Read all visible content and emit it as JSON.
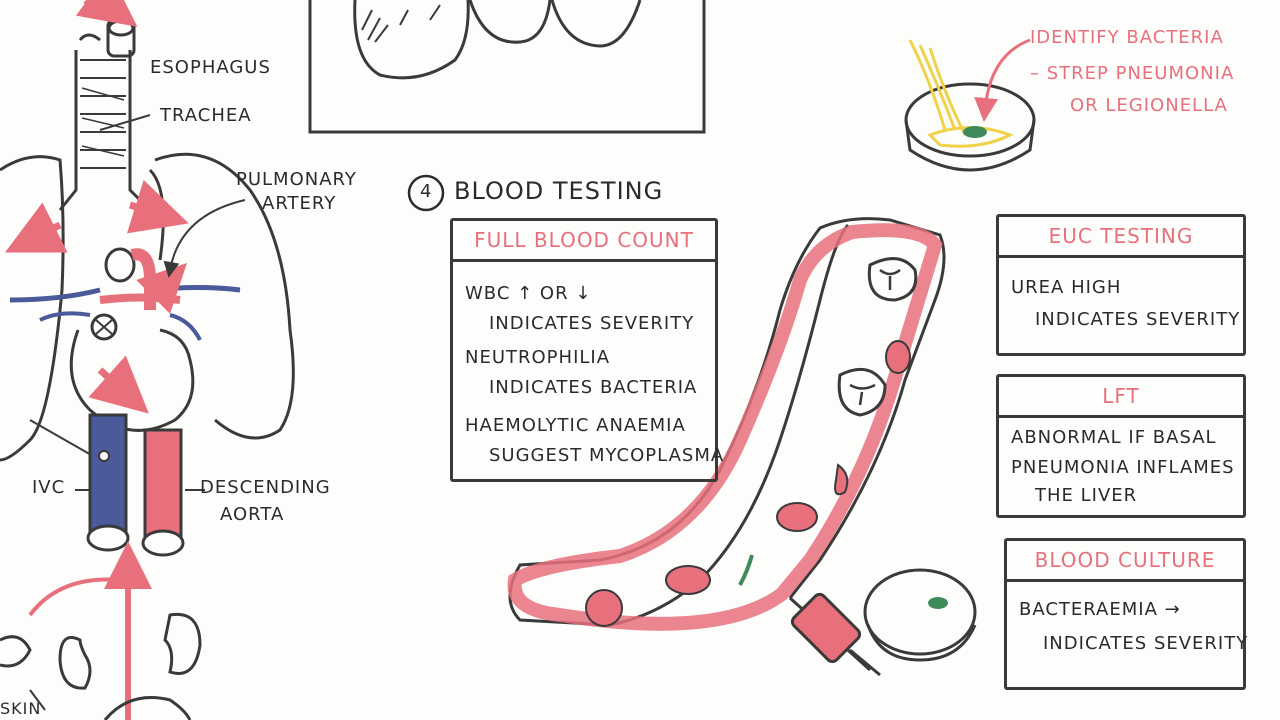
{
  "anatomy_labels": {
    "esophagus": "ESOPHAGUS",
    "trachea": "TRACHEA",
    "pulmonary_artery_line1": "PULMONARY",
    "pulmonary_artery_line2": "ARTERY",
    "ivc": "IVC",
    "descending_aorta_line1": "DESCENDING",
    "descending_aorta_line2": "AORTA",
    "skin": "SKIN"
  },
  "section_heading": {
    "number": "4",
    "title": "BLOOD TESTING"
  },
  "full_blood_count": {
    "title": "FULL BLOOD COUNT",
    "lines": [
      "WBC ↑ OR ↓",
      "INDICATES SEVERITY",
      "NEUTROPHILIA",
      "INDICATES BACTERIA",
      "HAEMOLYTIC ANAEMIA",
      "SUGGEST MYCOPLASMA"
    ]
  },
  "euc_testing": {
    "title": "EUC TESTING",
    "lines": [
      "UREA HIGH",
      "INDICATES SEVERITY"
    ]
  },
  "lft": {
    "title": "LFT",
    "lines": [
      "ABNORMAL IF BASAL",
      "PNEUMONIA INFLAMES",
      "THE LIVER"
    ]
  },
  "blood_culture": {
    "title": "BLOOD CULTURE",
    "lines": [
      "BACTERAEMIA →",
      "INDICATES SEVERITY"
    ]
  },
  "bacteria_note": {
    "line1": "IDENTIFY BACTERIA",
    "line2": "– STREP PNEUMONIA",
    "line3": "OR LEGIONELLA"
  },
  "colors": {
    "ink": "#2b2b2b",
    "accent_red": "#e8707c",
    "vein_blue": "#4a5a9a",
    "bacteria_green": "#3f8a5a",
    "culture_yellow": "#f0d24a"
  }
}
